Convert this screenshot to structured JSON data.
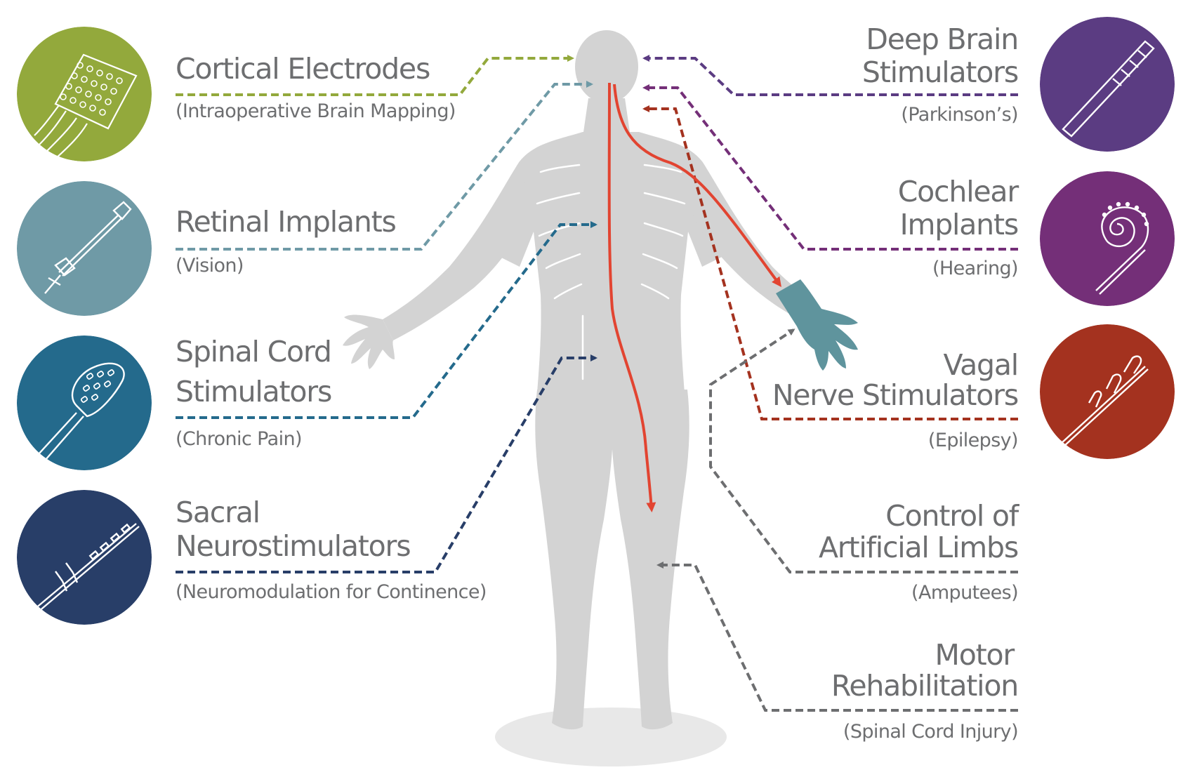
{
  "colors": {
    "cortical": "#93a93c",
    "retinal": "#6f9aa6",
    "spinal": "#246a8c",
    "sacral": "#283e68",
    "deep_brain": "#5b3c82",
    "cochlear": "#742f78",
    "vagal": "#a4321f",
    "gray_line": "#6d6e70",
    "body": "#d3d3d3",
    "red_path": "#e24431",
    "hand_teal": "#5f949d"
  },
  "left_labels": [
    {
      "title": "Cortical Electrodes",
      "subtitle": "(Intraoperative Brain Mapping)",
      "icon": "electrode-grid-icon"
    },
    {
      "title": "Retinal Implants",
      "subtitle": "(Vision)",
      "icon": "retinal-probe-icon"
    },
    {
      "title_line1": "Spinal Cord",
      "title_line2": "Stimulators",
      "subtitle": "(Chronic Pain)",
      "icon": "paddle-lead-icon"
    },
    {
      "title_line1": "Sacral",
      "title_line2": "Neurostimulators",
      "subtitle": "(Neuromodulation for Continence)",
      "icon": "tined-lead-icon"
    }
  ],
  "right_labels": [
    {
      "title_line1": "Deep Brain",
      "title_line2": "Stimulators",
      "subtitle": "(Parkinson’s)",
      "icon": "dbs-lead-icon"
    },
    {
      "title_line1": "Cochlear",
      "title_line2": "Implants",
      "subtitle": "(Hearing)",
      "icon": "cochlear-spiral-icon"
    },
    {
      "title_line1": "Vagal",
      "title_line2": "Nerve Stimulators",
      "subtitle": "(Epilepsy)",
      "icon": "helical-cuff-icon"
    },
    {
      "title_line1": "Control of",
      "title_line2": "Artificial Limbs",
      "subtitle": "(Amputees)"
    },
    {
      "title_line1": "Motor",
      "title_line2": "Rehabilitation",
      "subtitle": "(Spinal Cord Injury)"
    }
  ]
}
